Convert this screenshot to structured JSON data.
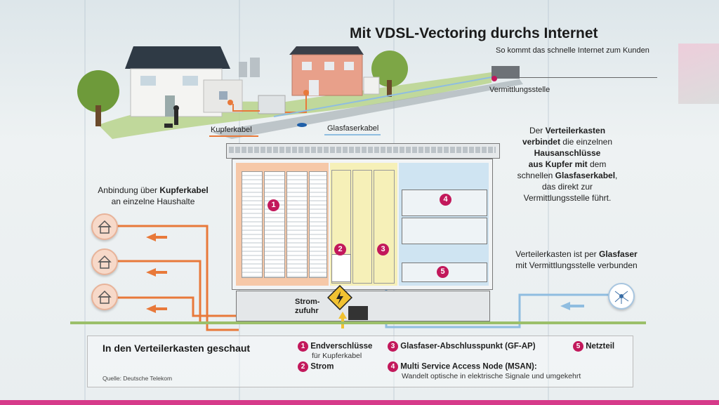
{
  "title": "Mit VDSL-Vectoring durchs Internet",
  "subtitle": "So kommt das schnelle Internet zum Kunden",
  "scene": {
    "label_vermittlungsstelle": "Vermittlungsstelle",
    "label_kupferkabel": "Kupferkabel",
    "label_glasfaserkabel": "Glasfaserkabel"
  },
  "description": {
    "part1": "Der ",
    "bold1": "Verteilerkasten",
    "line2_bold": "verbindet",
    "line2_rest": " die einzelnen",
    "line3_bold": "Hausanschlüsse",
    "line4_bold": "aus Kupfer mit",
    "line4_rest": " dem",
    "line5": "schnellen ",
    "line5_bold": "Glasfaserkabel",
    "line5_end": ",",
    "line6": "das direkt zur",
    "line7": "Vermittlungsstelle führt."
  },
  "left_note": {
    "prefix": "Anbindung über ",
    "bold": "Kupferkabel",
    "line2": "an einzelne Haushalte"
  },
  "right_note": {
    "prefix": "Verteilerkasten ist per ",
    "bold": "Glasfaser",
    "line2": "mit Vermittlungsstelle verbunden"
  },
  "cabinet": {
    "markers": [
      "1",
      "2",
      "3",
      "4",
      "5"
    ],
    "strom_line1": "Strom-",
    "strom_line2": "zufuhr"
  },
  "legend": {
    "heading": "In den Verteilerkasten geschaut",
    "items": [
      {
        "num": "1",
        "label": "Endverschlüsse",
        "sub": "für Kupferkabel"
      },
      {
        "num": "2",
        "label": "Strom",
        "sub": ""
      },
      {
        "num": "3",
        "label": "Glasfaser-Abschlusspunkt (GF-AP)",
        "sub": ""
      },
      {
        "num": "4",
        "label": "Multi Service Access Node (MSAN):",
        "sub": "Wandelt optische in elektrische Signale und umgekehrt"
      },
      {
        "num": "5",
        "label": "Netzteil",
        "sub": ""
      }
    ],
    "source": "Quelle: Deutsche Telekom"
  },
  "colors": {
    "magenta": "#c2185b",
    "copper": "#e8793a",
    "fiber": "#8fbde0",
    "power": "#f1c232",
    "grass": "#9bbf6a"
  }
}
